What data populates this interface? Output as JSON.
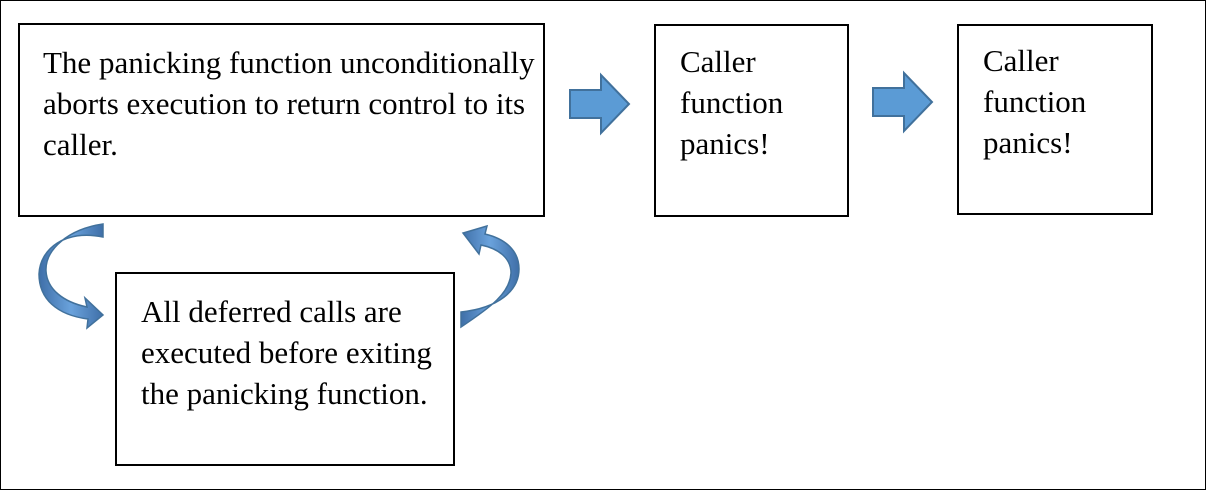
{
  "boxes": {
    "main": "The panicking function unconditionally aborts execution to return control to its caller.",
    "caller_1": "Caller function panics!",
    "caller_2": "Caller function panics!",
    "deferred": "All deferred calls are executed before exiting the panicking function."
  },
  "colors": {
    "arrow_fill": "#5b9bd5",
    "arrow_stroke": "#41719c",
    "curved_fill": "#4a7ebb",
    "border": "#000000"
  },
  "icons": {
    "flow_arrow": "right-block-arrow",
    "loop_out": "curved-down-arrow",
    "loop_back": "curved-up-arrow"
  }
}
